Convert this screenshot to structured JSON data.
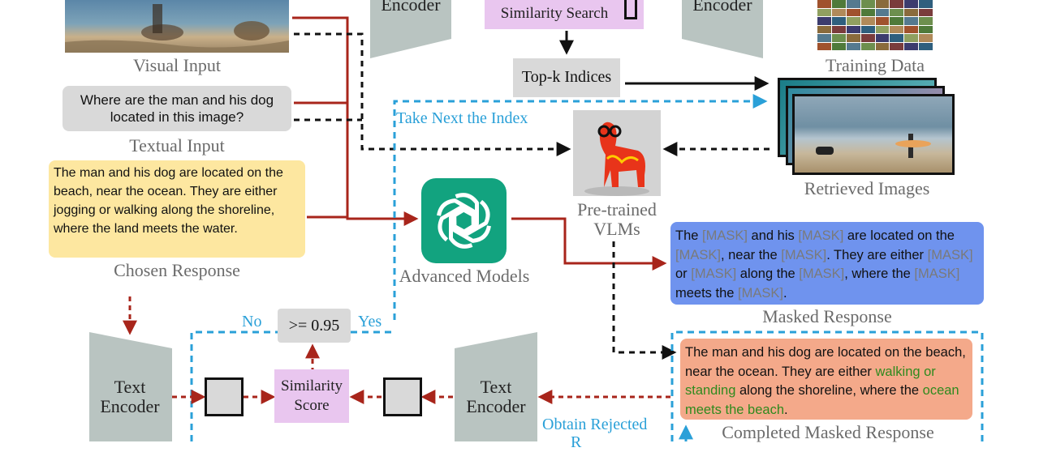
{
  "visual_input": {
    "label": "Visual Input"
  },
  "textual_input": {
    "question": "Where are the man and his dog located in this image?",
    "label": "Textual Input"
  },
  "chosen_response": {
    "text": "The man and his dog are located on the beach, near the ocean. They are either jogging or walking along the shoreline, where the land meets the water.",
    "label": "Chosen Response"
  },
  "encoders": {
    "top_left": "Encoder",
    "top_right": "Encoder",
    "text_encoder_left": "Text Encoder",
    "text_encoder_right": "Text Encoder"
  },
  "similarity_search": {
    "label": "Similarity Search"
  },
  "topk": {
    "label": "Top-k Indices"
  },
  "training_data": {
    "label": "Training Data"
  },
  "retrieved_images": {
    "label": "Retrieved Images"
  },
  "next_index": {
    "label": "Take Next the Index"
  },
  "pretrained_vlms": {
    "label_line1": "Pre-trained",
    "label_line2": "VLMs"
  },
  "advanced_models": {
    "label": "Advanced Models"
  },
  "masked_response": {
    "segments": [
      {
        "t": "The ",
        "mask": false
      },
      {
        "t": "[MASK]",
        "mask": true
      },
      {
        "t": " and his ",
        "mask": false
      },
      {
        "t": "[MASK]",
        "mask": true
      },
      {
        "t": " are located on the ",
        "mask": false
      },
      {
        "t": "[MASK]",
        "mask": true
      },
      {
        "t": ", near the ",
        "mask": false
      },
      {
        "t": "[MASK]",
        "mask": true
      },
      {
        "t": ". They are either ",
        "mask": false
      },
      {
        "t": "[MASK]",
        "mask": true
      },
      {
        "t": " or ",
        "mask": false
      },
      {
        "t": "[MASK]",
        "mask": true
      },
      {
        "t": " along the ",
        "mask": false
      },
      {
        "t": "[MASK]",
        "mask": true
      },
      {
        "t": ", where the ",
        "mask": false
      },
      {
        "t": "[MASK]",
        "mask": true
      },
      {
        "t": " meets the ",
        "mask": false
      },
      {
        "t": "[MASK]",
        "mask": true
      },
      {
        "t": ".",
        "mask": false
      }
    ],
    "label": "Masked Response"
  },
  "completed_response": {
    "segments": [
      {
        "t": "The man and his dog are located on the beach, near the ocean. They are either ",
        "green": false
      },
      {
        "t": "walking or standing",
        "green": true
      },
      {
        "t": " along the shoreline, where the ",
        "green": false
      },
      {
        "t": "ocean meets the beach",
        "green": true
      },
      {
        "t": ".",
        "green": false
      }
    ],
    "label": "Completed Masked Response"
  },
  "threshold": {
    "label": ">= 0.95",
    "no": "No",
    "yes": "Yes"
  },
  "similarity_score": {
    "line1": "Similarity",
    "line2": "Score"
  },
  "obtain_rejected": {
    "line1": "Obtain Rejected",
    "line2": "R"
  },
  "colors": {
    "red_arrow": "#a8251b",
    "blue_dashed": "#2aa0d8",
    "encoder_gray": "#b9c4c1",
    "openai_green": "#12a37f",
    "masked_bg": "#5f8cf0",
    "completed_bg": "#f4a98a",
    "chosen_bg": "#fde7a0",
    "similarity_bg": "#e9c6ef"
  }
}
